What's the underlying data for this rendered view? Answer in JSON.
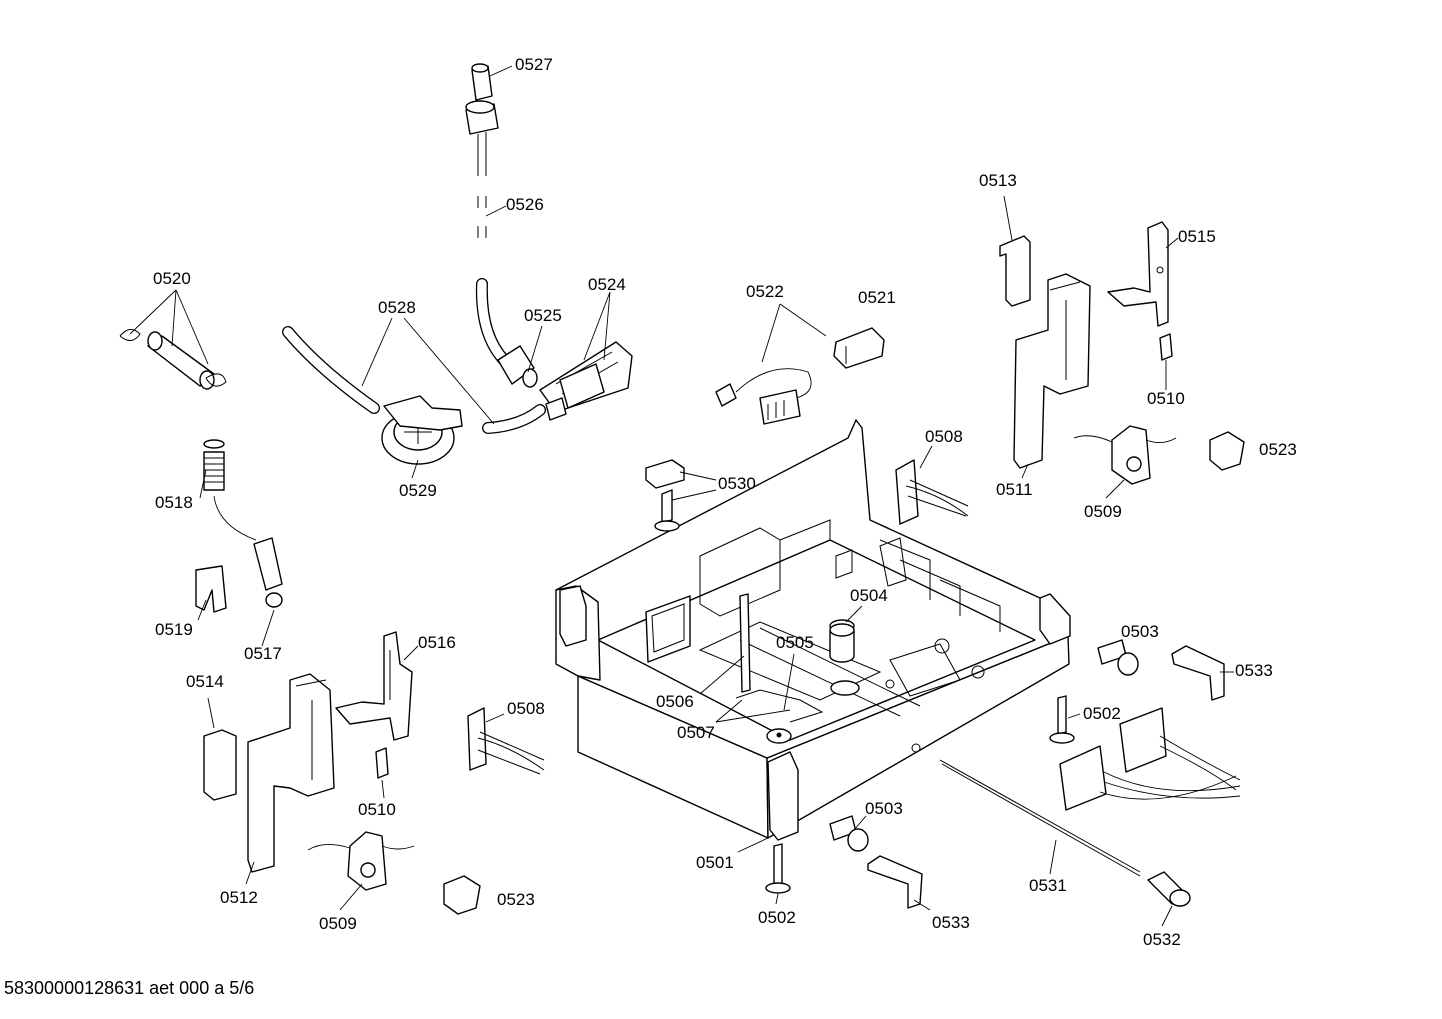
{
  "labels": {
    "l0527": "0527",
    "l0526": "0526",
    "l0524": "0524",
    "l0525": "0525",
    "l0528": "0528",
    "l0529": "0529",
    "l0520": "0520",
    "l0518": "0518",
    "l0519": "0519",
    "l0517": "0517",
    "l0522": "0522",
    "l0521": "0521",
    "l0513": "0513",
    "l0515": "0515",
    "l0510a": "0510",
    "l0511": "0511",
    "l0509a": "0509",
    "l0523a": "0523",
    "l0508a": "0508",
    "l0530": "0530",
    "l0504": "0504",
    "l0505": "0505",
    "l0506": "0506",
    "l0507": "0507",
    "l0503a": "0503",
    "l0533a": "0533",
    "l0502a": "0502",
    "l0516": "0516",
    "l0514": "0514",
    "l0508b": "0508",
    "l0510b": "0510",
    "l0512": "0512",
    "l0509b": "0509",
    "l0523b": "0523",
    "l0501": "0501",
    "l0502b": "0502",
    "l0503b": "0503",
    "l0533b": "0533",
    "l0531": "0531",
    "l0532": "0532"
  },
  "footer": "58300000128631 aet 000 a 5/6"
}
